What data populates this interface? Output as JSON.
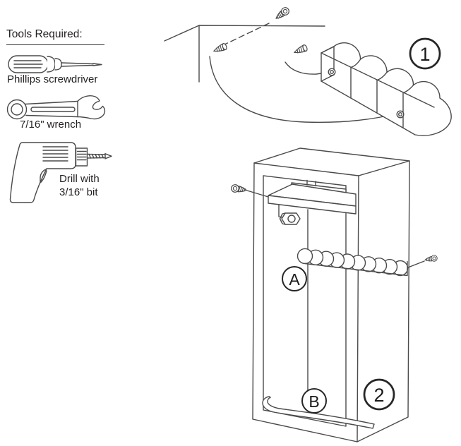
{
  "colors": {
    "background": "#ffffff",
    "line_art": "#4a4a4a",
    "text": "#231f20",
    "badge_outline": "#262626",
    "badge_text": "#1a1a1a"
  },
  "tools": {
    "title": "Tools Required:",
    "items": [
      {
        "icon": "phillips-screwdriver-icon",
        "label": "Phillips screwdriver"
      },
      {
        "icon": "open-end-wrench-icon",
        "label": "7/16\" wrench"
      },
      {
        "icon": "power-drill-icon",
        "label_lines": [
          "Drill with",
          "3/16\" bit"
        ]
      }
    ]
  },
  "steps": {
    "step1": {
      "number": "1"
    },
    "step2": {
      "number": "2",
      "part_labels": {
        "a": "A",
        "b": "B"
      }
    }
  }
}
